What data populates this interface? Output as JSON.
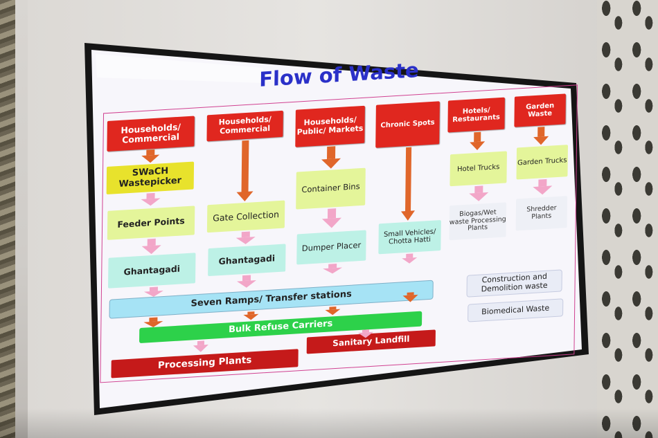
{
  "slide": {
    "title": "Flow of Waste",
    "sources": {
      "c1": "Households/ Commercial",
      "c2": "Households/ Commercial",
      "c3": "Households/ Public/ Markets",
      "c4": "Chronic Spots",
      "c5": "Hotels/ Restaurants",
      "c6": "Garden Waste"
    },
    "col1": {
      "step1": "SWaCH Wastepicker",
      "step2": "Feeder Points",
      "step3": "Ghantagadi"
    },
    "col2": {
      "step1": "Gate Collection",
      "step2": "Ghantagadi"
    },
    "col3": {
      "step1": "Container Bins",
      "step2": "Dumper Placer"
    },
    "col4": {
      "step1": "Small Vehicles/ Chotta Hatti"
    },
    "col5": {
      "step1": "Hotel Trucks",
      "step2": "Biogas/Wet waste Processing Plants"
    },
    "col6": {
      "step1": "Garden Trucks",
      "step2": "Shredder Plants"
    },
    "transfer": "Seven Ramps/ Transfer stations",
    "bulk": "Bulk Refuse Carriers",
    "processing": "Processing Plants",
    "landfill": "Sanitary Landfill",
    "construction": "Construction and Demolition waste",
    "biomedical": "Biomedical Waste"
  },
  "colors": {
    "title": "#2a30c8",
    "source_red": "#e0271f",
    "arrow_orange": "#e0662a",
    "arrow_pink": "#f2a6c8",
    "transfer_cyan": "#a6e3f5",
    "bulk_green": "#2dd14a"
  }
}
